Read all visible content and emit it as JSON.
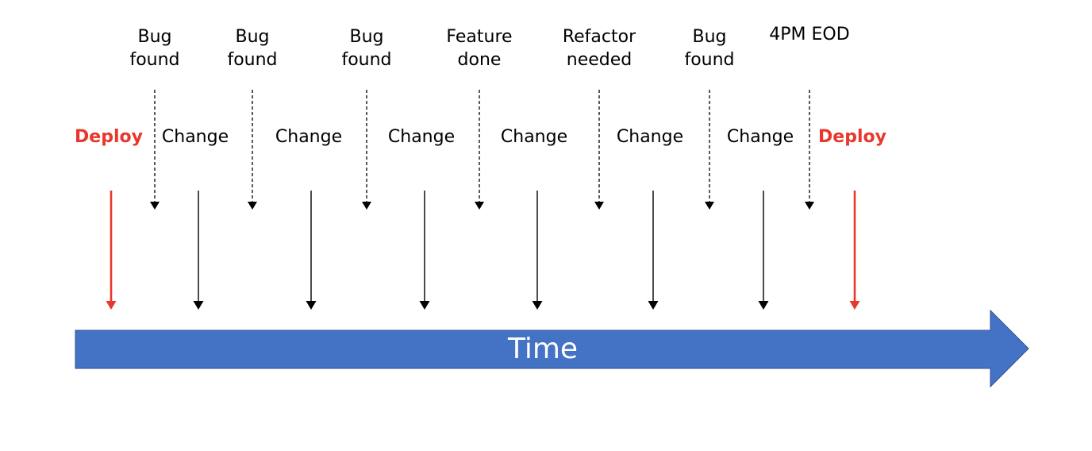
{
  "colors": {
    "deploy": "#E8372C",
    "change": "#000000",
    "event": "#000000",
    "timeline": "#4472C4",
    "timeline_stroke": "#2F528F",
    "timeline_text": "#FFFFFF"
  },
  "timeline": {
    "label": "Time"
  },
  "events": [
    {
      "lines": [
        "Bug",
        "found"
      ]
    },
    {
      "lines": [
        "Bug",
        "found"
      ]
    },
    {
      "lines": [
        "Bug",
        "found"
      ]
    },
    {
      "lines": [
        "Feature",
        "done"
      ]
    },
    {
      "lines": [
        "Refactor",
        "needed"
      ]
    },
    {
      "lines": [
        "Bug",
        "found"
      ]
    },
    {
      "lines": [
        "4PM EOD"
      ]
    }
  ],
  "stream": [
    {
      "kind": "deploy",
      "label": "Deploy"
    },
    {
      "kind": "change",
      "label": "Change"
    },
    {
      "kind": "change",
      "label": "Change"
    },
    {
      "kind": "change",
      "label": "Change"
    },
    {
      "kind": "change",
      "label": "Change"
    },
    {
      "kind": "change",
      "label": "Change"
    },
    {
      "kind": "change",
      "label": "Change"
    },
    {
      "kind": "deploy",
      "label": "Deploy"
    }
  ]
}
